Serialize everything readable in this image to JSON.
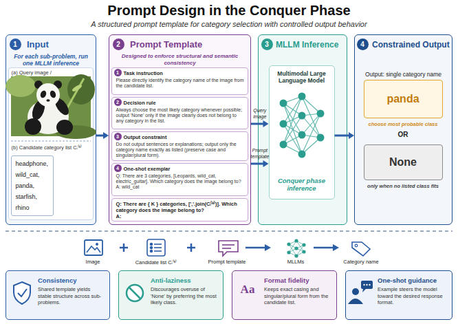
{
  "diagram": {
    "title": "Prompt Design in the Conquer Phase",
    "nodes": [
      {
        "text": [
          "Input",
          "For each sub-problem, run one MLLM inference"
        ]
      },
      {
        "text": [
          "1"
        ],
        "in": 0
      },
      {
        "text": [
          "(a) Query image /",
          "(b) Candidate category list Cᵢ⁽ᵏ⁾"
        ],
        "in": 0
      },
      {
        "text": [
          "headphone, wild_cat, panda, starfish, rhino"
        ],
        "in": 2
      },
      {
        "text": [
          "Prompt Template",
          "Designed to enforce structural and semantic consistency"
        ]
      },
      {
        "text": [
          "2"
        ],
        "in": 4
      },
      {
        "text": [
          "Task instruction",
          "Please directly identify the category name of the image from the candidate list."
        ],
        "in": 4
      },
      {
        "text": [
          "1"
        ],
        "in": 6
      },
      {
        "text": [
          "Decision rule",
          "Always choose the most likely category whenever possible; output 'None' only if the image clearly does not belong to any category in the list."
        ],
        "in": 4
      },
      {
        "text": [
          "2"
        ],
        "in": 8
      },
      {
        "text": [
          "Output constraint",
          "Do not output sentences or explanations; output only the category name exactly as listed (preserve case and singular/plural form)."
        ],
        "in": 4
      },
      {
        "text": [
          "3"
        ],
        "in": 10
      },
      {
        "text": [
          "One-shot exemplar",
          "Q: There are 3 categories, [Leopards, wild_cat, electric_guitar]. Which category does the image belong to?",
          "A: wild_cat"
        ],
        "in": 4
      },
      {
        "text": [
          "4"
        ],
        "in": 12
      },
      {
        "text": [
          "Q: There are { K } categories, [','.join(Cᵢ⁽ᵏ⁾)]. Which category does the image belong to?",
          "A:"
        ],
        "in": 4
      },
      {
        "text": [
          "MLLM Inference"
        ]
      },
      {
        "text": [
          "3"
        ],
        "in": 15
      },
      {
        "text": [
          "Multimodal Large Language Model",
          "Conquer phase inference"
        ],
        "in": 15
      },
      {
        "text": [
          "Constrained Output",
          "Output: single category name"
        ]
      },
      {
        "text": [
          "4"
        ],
        "in": 18
      },
      {
        "text": [
          "panda",
          "choose most probable class"
        ],
        "in": 18
      },
      {
        "text": [
          "None",
          "only when no listed class fits"
        ],
        "in": 18
      },
      {
        "text": [
          "Consistency",
          "Shared template yields stable structure across sub-problems."
        ]
      },
      {
        "text": [
          "Anti-laziness",
          "Discourages overuse of 'None' by preferring the most likely class."
        ]
      },
      {
        "text": [
          "Format fidelity",
          "Keeps exact casing and singular/plural form from the candidate list."
        ]
      },
      {
        "text": [
          "One-shot guidance",
          "Example steers the model toward the desired response format."
        ]
      }
    ],
    "edges": [
      {
        "from": 0,
        "to": 4,
        "arrow": "to"
      },
      {
        "from": 4,
        "to": 17,
        "label": "Query image",
        "arrow": "to"
      },
      {
        "from": 4,
        "to": 17,
        "label": "Prompt template",
        "arrow": "to"
      },
      {
        "from": 17,
        "to": 18,
        "arrow": "to"
      }
    ],
    "labels": [
      "A structured prompt template for category selection with controlled output behavior",
      "OR",
      "Image",
      "Candidate list Cᵢ⁽ᵏ⁾",
      "Prompt template",
      "MLLMs",
      "Category name",
      "Aa"
    ]
  }
}
